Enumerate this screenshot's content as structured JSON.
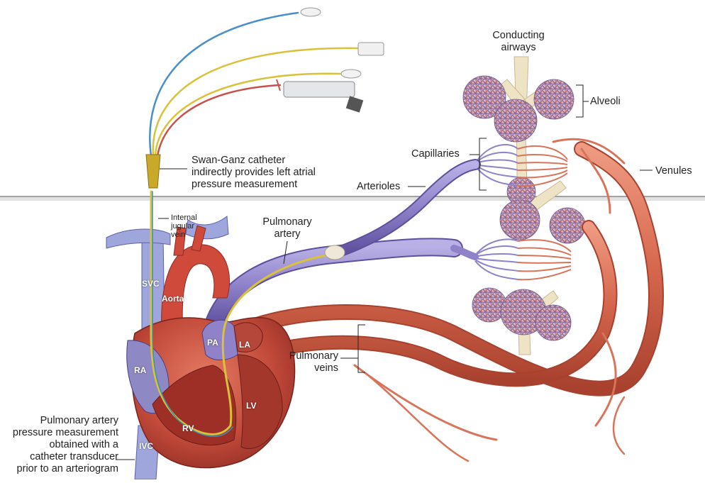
{
  "labels": {
    "conducting_airways": [
      "Conducting",
      "airways"
    ],
    "alveoli": "Alveoli",
    "capillaries": "Capillaries",
    "venules": "Venules",
    "arterioles": "Arterioles",
    "swan_ganz": [
      "Swan-Ganz catheter",
      "indirectly provides left atrial",
      "pressure measurement"
    ],
    "internal_jugular": [
      "Internal",
      "jugular",
      "vein"
    ],
    "pulmonary_artery": [
      "Pulmonary",
      "artery"
    ],
    "pulmonary_veins": [
      "Pulmonary",
      "veins"
    ],
    "pa_pressure": [
      "Pulmonary artery",
      "pressure measurement",
      "obtained with a",
      "catheter transducer",
      "prior to an arteriogram"
    ],
    "svc": "SVC",
    "aorta": "Aorta",
    "pa": "PA",
    "la": "LA",
    "ra": "RA",
    "lv": "LV",
    "rv": "RV",
    "ivc": "IVC"
  },
  "colors": {
    "artery_blue": "#8f82c8",
    "vein_red": "#d9735a",
    "heart_red": "#c8443a",
    "airway_cream": "#efe3c6",
    "catheter_yellow": "#d9c23a",
    "catheter_blue": "#4a8fc9",
    "catheter_red": "#c8504a"
  }
}
